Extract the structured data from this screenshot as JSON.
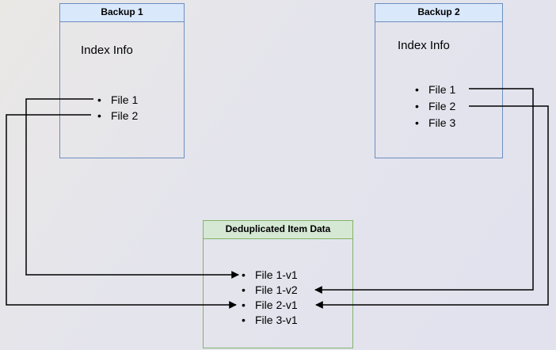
{
  "diagram": {
    "backup1": {
      "title": "Backup 1",
      "subtitle": "Index Info",
      "files": [
        "File 1",
        "File 2"
      ]
    },
    "backup2": {
      "title": "Backup 2",
      "subtitle": "Index Info",
      "files": [
        "File 1",
        "File 2",
        "File 3"
      ]
    },
    "dedup": {
      "title": "Deduplicated Item Data",
      "items": [
        "File 1-v1",
        "File 1-v2",
        "File 2-v1",
        "File 3-v1"
      ]
    },
    "connections": [
      {
        "from": "Backup 1 / File 1",
        "to": "File 1-v1"
      },
      {
        "from": "Backup 1 / File 2",
        "to": "File 2-v1"
      },
      {
        "from": "Backup 2 / File 1",
        "to": "File 1-v2"
      },
      {
        "from": "Backup 2 / File 2",
        "to": "File 2-v1"
      }
    ],
    "colors": {
      "backup_header_fill": "#dae8fc",
      "backup_border": "#6c8ebf",
      "dedup_header_fill": "#d5e8d4",
      "dedup_border": "#82b366",
      "connector": "#000000"
    }
  }
}
